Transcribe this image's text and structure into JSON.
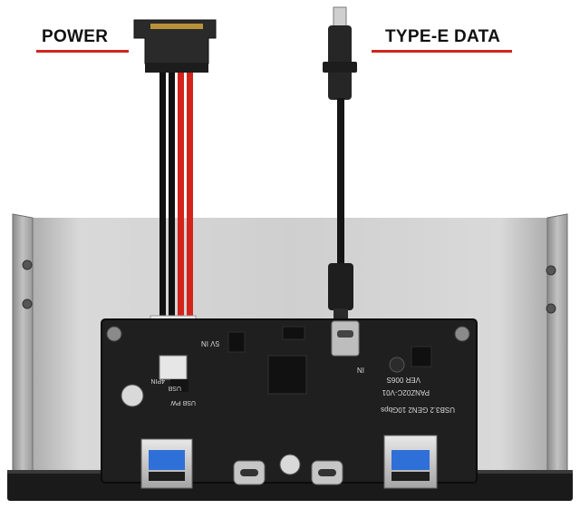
{
  "labels": {
    "power": "POWER",
    "data": "TYPE-E DATA"
  },
  "pcb_silkscreen": {
    "model": "PANZ02C-V01",
    "version": "VER 006S",
    "product": "USB3.2 GEN2 10Gbps",
    "sata_in": "5V IN",
    "usb_pw": "USB PW",
    "pin4": "4PIN",
    "usb": "USB",
    "in": "IN"
  },
  "colors": {
    "accent_line": "#d0261f",
    "wire_red": "#d4231b",
    "wire_black": "#111111",
    "pcb": "#1f1f1f",
    "bracket": "#c8c8c8",
    "port_blue": "#2f6fd8"
  }
}
